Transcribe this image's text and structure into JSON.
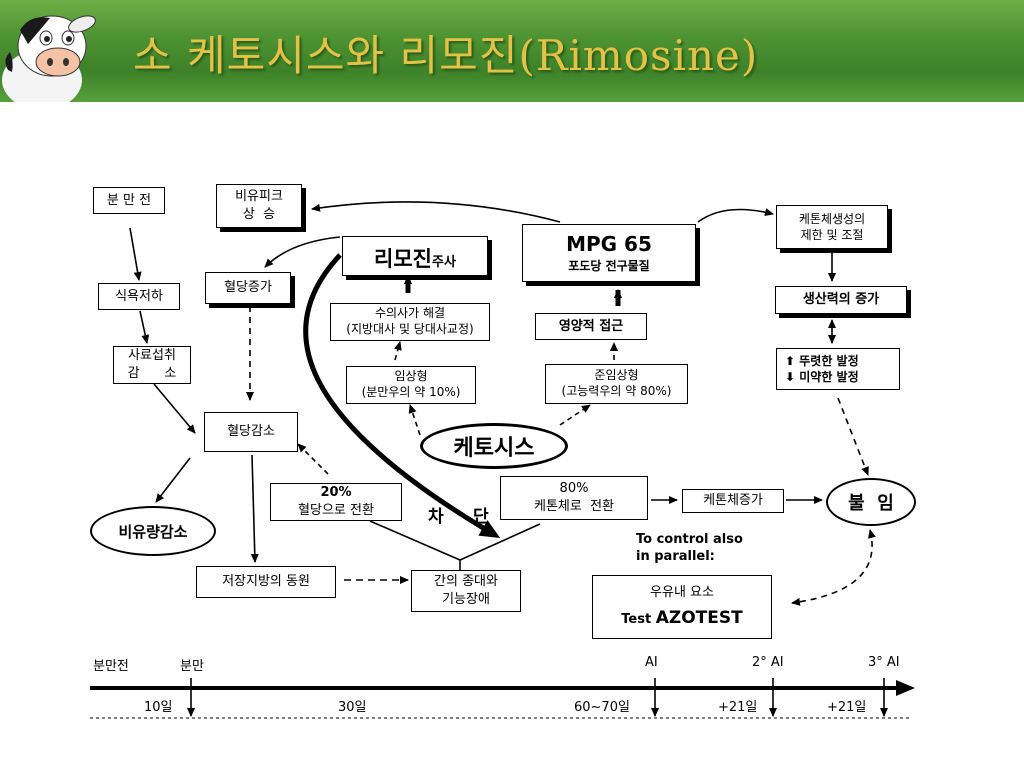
{
  "title": "소 케토시스와 리모진(Rimosine)",
  "nodes": {
    "bunmanjeon": "분 만 전",
    "appetite": "식욕저하",
    "feed_intake": [
      "사료섭취",
      "감      소"
    ],
    "peak_rise": [
      "비유피크",
      "상  승"
    ],
    "glucose_up": "혈당증가",
    "glucose_down": "혈당감소",
    "milk_decrease": "비유량감소",
    "fat_mobilization": "저장지방의 동원",
    "rimosin_main": "리모진",
    "rimosin_sub": "주사",
    "vet": [
      "수의사가 해결",
      "(지방대사 및 당대사교정)"
    ],
    "clinical": [
      "임상형",
      "(분만우의 약 10%)"
    ],
    "ketosis": "케토시스",
    "glucose_20": [
      "20%",
      "혈당으로 전환"
    ],
    "liver": [
      "간의 종대와",
      "기능장애"
    ],
    "block_1": "차",
    "block_2": "단",
    "mpg_title": "MPG 65",
    "mpg_sub": "포도당 전구물질",
    "nutrition": "영양적 접근",
    "subclinical": [
      "준임상형",
      "(고능력우의 약 80%)"
    ],
    "ketone_80": [
      "80%",
      "케톤체로  전환"
    ],
    "ketone_increase": "케톤체증가",
    "ketone_limit": [
      "케톤체생성의",
      "제한 및 조절"
    ],
    "productivity": "생산력의 증가",
    "estrus": [
      "뚜렷한 발정",
      "미약한 발정"
    ],
    "infertility": "불  임",
    "control_note": [
      "To control also",
      "in parallel:"
    ],
    "milk_urea": "우유내 요소",
    "test_prefix": "Test",
    "test_name": "AZOTEST"
  },
  "timeline": {
    "top_labels": [
      "분만전",
      "분만",
      "AI",
      "2° AI",
      "3° AI"
    ],
    "bottom_labels": [
      "10일",
      "30일",
      "60~70일",
      "+21일",
      "+21일"
    ]
  },
  "icons": [
    "cow-illustration",
    "arrow-up-icon",
    "arrow-down-icon"
  ],
  "colors": {
    "header_green": "#4f9433",
    "title_gold": "#e4c246"
  }
}
